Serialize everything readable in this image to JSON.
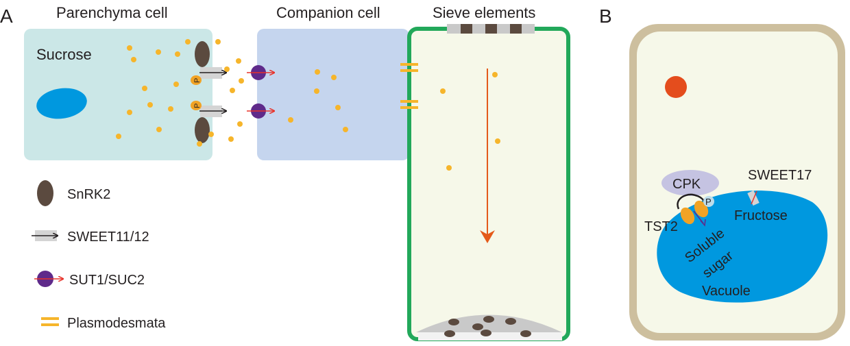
{
  "panels": {
    "a": {
      "label": "A",
      "titles": {
        "parenchyma": "Parenchyma cell",
        "companion": "Companion cell",
        "sieve": "Sieve elements"
      },
      "sucrose_label": "Sucrose",
      "phospho_label": "P",
      "legend": [
        {
          "icon": "snrk2",
          "label": "SnRK2"
        },
        {
          "icon": "sweet-transporter",
          "label": "SWEET11/12"
        },
        {
          "icon": "sut-transporter",
          "label": "SUT1/SUC2"
        },
        {
          "icon": "plasmodesmata",
          "label": "Plasmodesmata"
        }
      ]
    },
    "b": {
      "label": "B",
      "cpk_label": "CPK",
      "phospho_label": "P",
      "tst2_label": "TST2",
      "sweet17_label": "SWEET17",
      "fructose_label": "Fructose",
      "soluble_label": "Soluble",
      "sugar_label": "sugar",
      "vacuole_label": "Vacuole"
    }
  },
  "colors": {
    "parenchyma_fill": "#cbe7e7",
    "companion_fill": "#c5d5ee",
    "sieve_fill": "#f6f8e9",
    "sieve_border": "#22a85a",
    "nucleus_blue": "#0098df",
    "sucrose_dot": "#f6b52b",
    "snrk2": "#5b4a3f",
    "sut_purple": "#5f2a8a",
    "flow_arrow": "#e45a1a",
    "plasmodesmata": "#f6b52b",
    "cell_wall_b": "#cdbf9e",
    "cpk": "#c5c3e2",
    "tst2": "#f1a325",
    "organelle_b": "#e44d1d",
    "sieve_plate": "#c9c9c9"
  }
}
